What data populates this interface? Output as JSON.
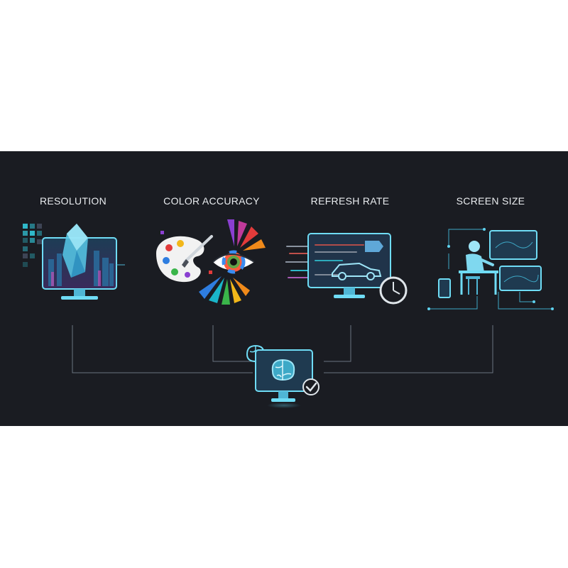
{
  "diagram": {
    "labels": {
      "resolution": "RESOLUTION",
      "color_accuracy": "COLOR ACCURACY",
      "refresh_rate": "REFRESH RATE",
      "screen_size": "SCREEN SIZE"
    },
    "icons": {
      "resolution": "monitor-crystal-city-icon",
      "color_accuracy": "palette-eye-spectrum-icon",
      "refresh_rate": "monitor-speeding-car-clock-icon",
      "screen_size": "person-multi-monitor-icon",
      "hub": "monitor-brain-checkmark-icon"
    },
    "colors": {
      "background": "#1a1c22",
      "accent_cyan": "#5fd3f0",
      "text": "#e9ecef",
      "connector": "#6b7480"
    }
  }
}
